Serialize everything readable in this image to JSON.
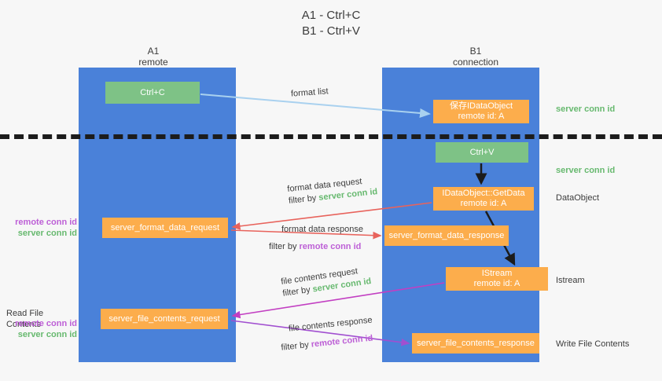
{
  "title": {
    "line1": "A1 - Ctrl+C",
    "line2": "B1 - Ctrl+V"
  },
  "columns": [
    {
      "name": "A1",
      "sub": "remote"
    },
    {
      "name": "B1",
      "sub": "connection"
    }
  ],
  "boxes": {
    "ctrl_c": "Ctrl+C",
    "idataobject_line1": "保存IDataObject",
    "idataobject_line2": "remote id: A",
    "ctrl_v": "Ctrl+V",
    "getdata_line1": "IDataObject::GetData",
    "getdata_line2": "remote id: A",
    "format_data_request": "server_format_data_request",
    "format_data_response": "server_format_data_response",
    "istream_line1": "IStream",
    "istream_line2": "remote id: A",
    "file_contents_request": "server_file_contents_request",
    "file_contents_response": "server_file_contents_response"
  },
  "arrow_labels": {
    "format_list": "format list",
    "format_data_request": "format data request",
    "format_data_request_filter_prefix": "filter by ",
    "format_data_request_filter_value": "server conn id",
    "format_data_response": "format data response",
    "format_data_response_filter_prefix": "filter by ",
    "format_data_response_filter_value": "remote conn id",
    "file_contents_request": "file contents request",
    "file_contents_request_filter_prefix": "filter by ",
    "file_contents_request_filter_value": "server conn id",
    "file_contents_response": "file contents response",
    "file_contents_response_filter_prefix": "filter by ",
    "file_contents_response_filter_value": "remote conn id"
  },
  "annotations": {
    "server_conn_id_top": "server conn id",
    "server_conn_id_mid": "server conn id",
    "dataobject": "DataObject",
    "istream": "Istream",
    "write_file_contents": "Write File Contents",
    "read_file_contents": "Read File Contents",
    "remote_conn_id_a": "remote conn id",
    "server_conn_id_a": "server conn id",
    "remote_conn_id_b": "remote conn id",
    "server_conn_id_b": "server conn id"
  },
  "colors": {
    "lane": "#4a81d9",
    "green_box": "#7ec286",
    "orange_box": "#fcad4c",
    "green_text": "#67b96f",
    "purple_text": "#bd5fd6",
    "arrow_blue": "#a9d1ef",
    "arrow_red": "#e8635c",
    "arrow_magenta": "#c23fc2",
    "arrow_purple": "#a14fd0",
    "arrow_black": "#1c1c1c",
    "background": "#f7f7f7"
  }
}
